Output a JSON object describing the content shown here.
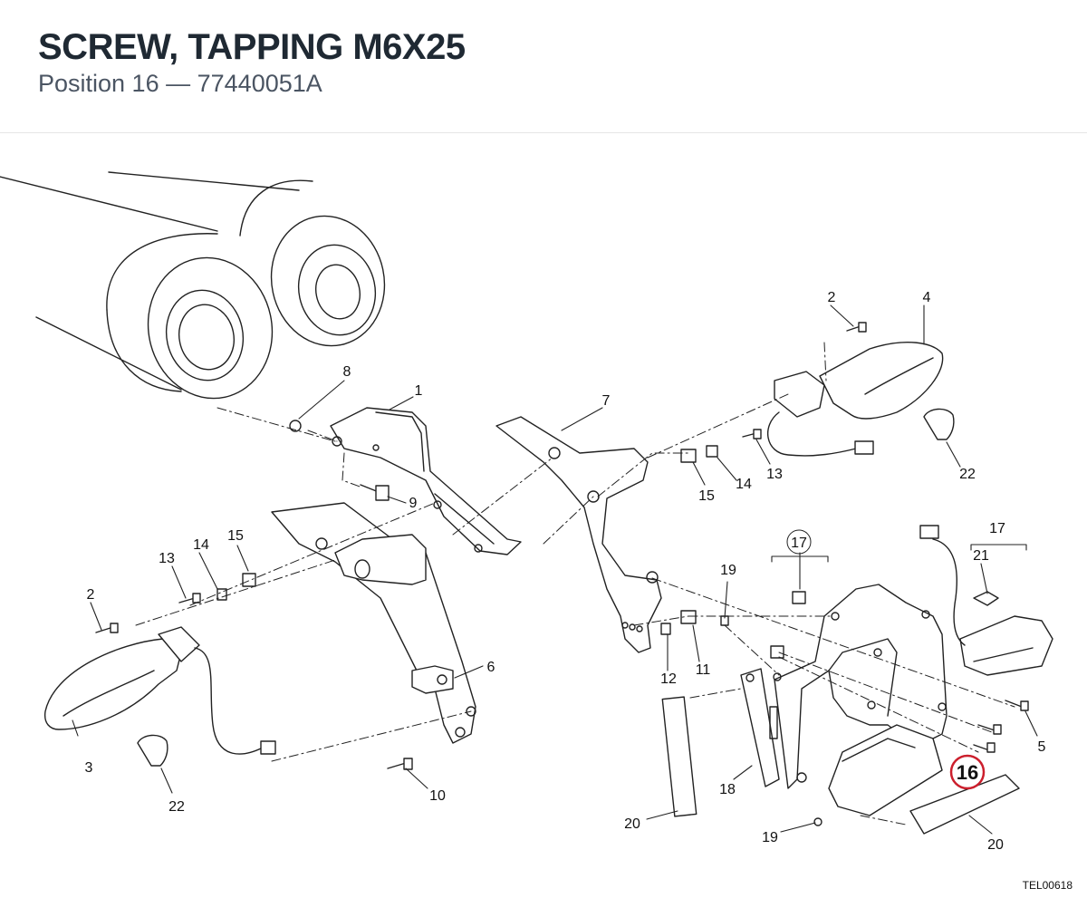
{
  "header": {
    "title": "SCREW, TAPPING M6X25",
    "position_prefix": "Position 16",
    "separator": "—",
    "part_number": "77440051A"
  },
  "diagram_code": "TEL00618",
  "highlight_color": "#cc1f2d",
  "callouts": [
    {
      "id": "c1",
      "label": "1"
    },
    {
      "id": "c2a",
      "label": "2"
    },
    {
      "id": "c2b",
      "label": "2"
    },
    {
      "id": "c3",
      "label": "3"
    },
    {
      "id": "c4",
      "label": "4"
    },
    {
      "id": "c5",
      "label": "5"
    },
    {
      "id": "c6",
      "label": "6"
    },
    {
      "id": "c7",
      "label": "7"
    },
    {
      "id": "c8",
      "label": "8"
    },
    {
      "id": "c9",
      "label": "9"
    },
    {
      "id": "c10",
      "label": "10"
    },
    {
      "id": "c11",
      "label": "11"
    },
    {
      "id": "c12",
      "label": "12"
    },
    {
      "id": "c13a",
      "label": "13"
    },
    {
      "id": "c13b",
      "label": "13"
    },
    {
      "id": "c14a",
      "label": "14"
    },
    {
      "id": "c14b",
      "label": "14"
    },
    {
      "id": "c15a",
      "label": "15"
    },
    {
      "id": "c15b",
      "label": "15"
    },
    {
      "id": "c16",
      "label": "16"
    },
    {
      "id": "c17a",
      "label": "17"
    },
    {
      "id": "c17b",
      "label": "17"
    },
    {
      "id": "c18",
      "label": "18"
    },
    {
      "id": "c19a",
      "label": "19"
    },
    {
      "id": "c19b",
      "label": "19"
    },
    {
      "id": "c20a",
      "label": "20"
    },
    {
      "id": "c20b",
      "label": "20"
    },
    {
      "id": "c21",
      "label": "21"
    },
    {
      "id": "c22a",
      "label": "22"
    },
    {
      "id": "c22b",
      "label": "22"
    }
  ]
}
